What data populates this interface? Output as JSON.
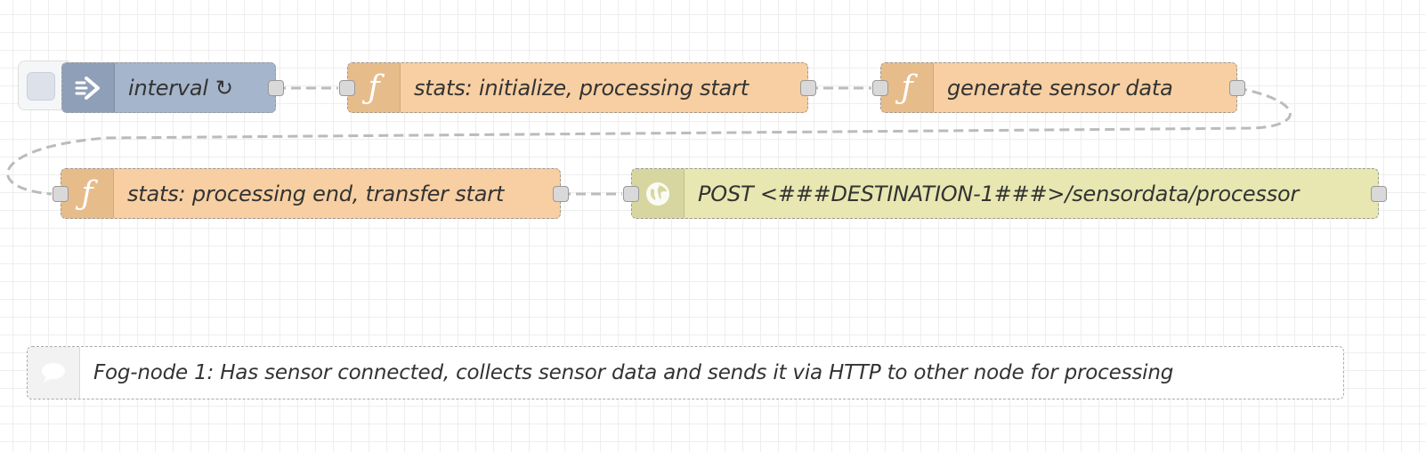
{
  "flow": {
    "nodes": [
      {
        "id": "interval",
        "type": "inject",
        "label": "interval",
        "icon": "arrow-in-icon",
        "status_icon": "repeat-icon",
        "status_glyph": "↻",
        "color": "#a5b5cb"
      },
      {
        "id": "stats_init",
        "type": "function",
        "label": "stats: initialize, processing start",
        "icon": "function-icon",
        "glyph": "ƒ",
        "color": "#f7cfa2"
      },
      {
        "id": "generate",
        "type": "function",
        "label": "generate sensor data",
        "icon": "function-icon",
        "glyph": "ƒ",
        "color": "#f7cfa2"
      },
      {
        "id": "stats_end",
        "type": "function",
        "label": "stats: processing end, transfer start",
        "icon": "function-icon",
        "glyph": "ƒ",
        "color": "#f7cfa2"
      },
      {
        "id": "http",
        "type": "http-request",
        "label": "POST <###DESTINATION-1###>/sensordata/processor",
        "icon": "globe-icon",
        "color": "#e8e7b1"
      }
    ],
    "comment": {
      "label": "Fog-node 1: Has sensor connected, collects sensor data and sends it via HTTP to other node for processing",
      "icon": "comment-icon"
    }
  },
  "colors": {
    "function": "#f7cfa2",
    "inject": "#a5b5cb",
    "http_request": "#e8e7b1",
    "wire": "#bbbbbb",
    "canvas_grid": "#eeeeee"
  }
}
